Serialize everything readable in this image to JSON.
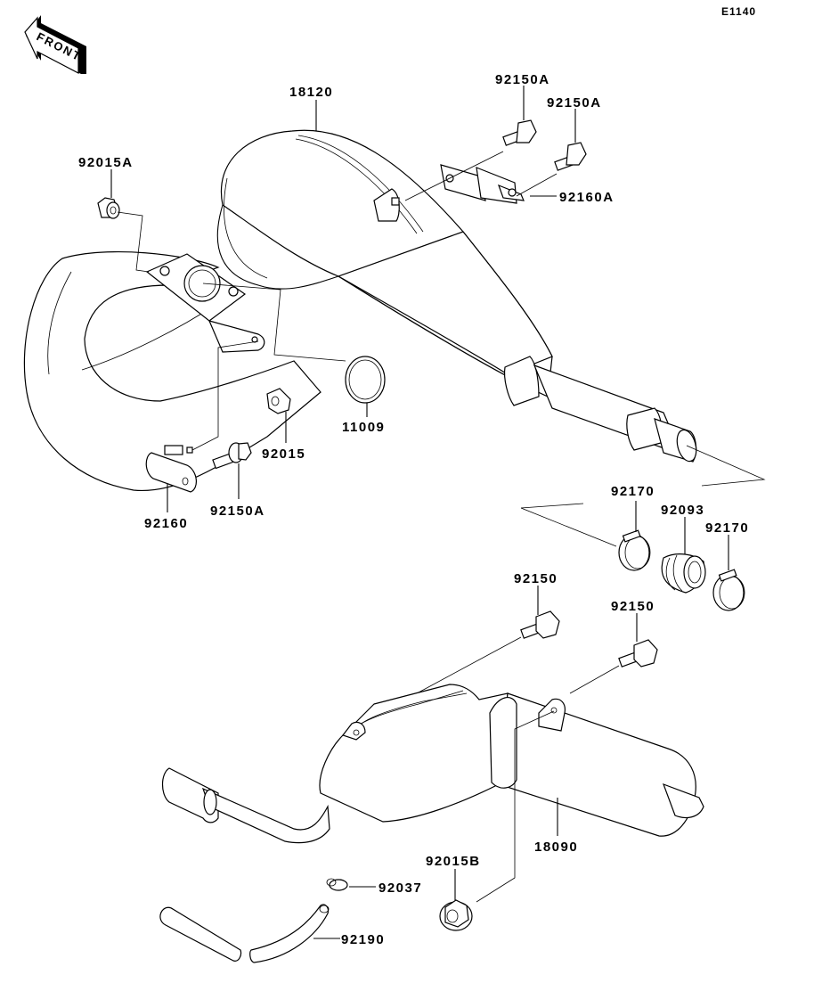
{
  "diagram": {
    "code": "E1140",
    "front_indicator": "FRONT",
    "labels": {
      "expansion_chamber": "18120",
      "bolt_top_1": "92150A",
      "bolt_top_2": "92150A",
      "bracket_top": "92160A",
      "nut_top": "92015A",
      "gasket": "11009",
      "nut_mid": "92015",
      "bracket_lower": "92160",
      "bolt_lower": "92150A",
      "clamp_left": "92170",
      "coupler": "92093",
      "clamp_right": "92170",
      "bolt_silencer_1": "92150",
      "bolt_silencer_2": "92150",
      "silencer": "18090",
      "nut_silencer": "92015B",
      "clip": "92037",
      "hose": "92190"
    }
  }
}
